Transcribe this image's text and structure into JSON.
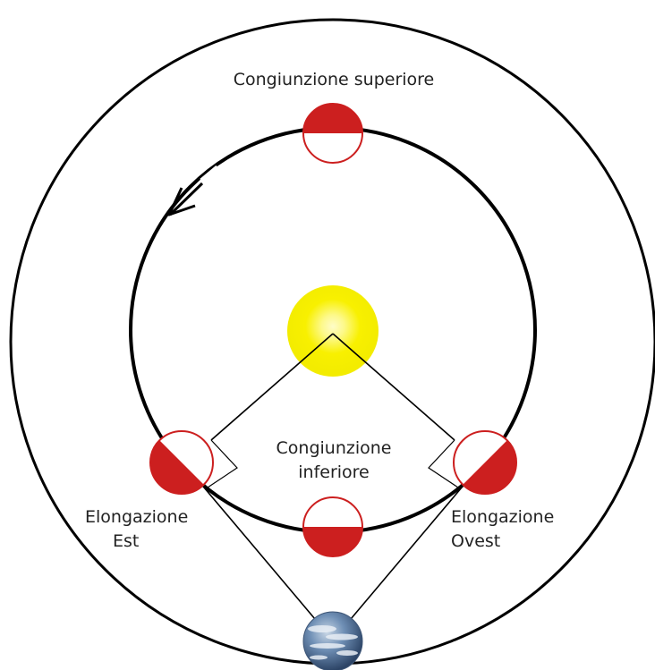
{
  "labels": {
    "superior_conjunction": "Congiunzione superiore",
    "inferior_conjunction_line1": "Congiunzione",
    "inferior_conjunction_line2": "inferiore",
    "east_elongation_line1": "Elongazione",
    "east_elongation_line2": "Est",
    "west_elongation_line1": "Elongazione",
    "west_elongation_line2": "Ovest"
  },
  "colors": {
    "planet_red": "#cc1f1f",
    "sun_yellow": "#f7f000",
    "sun_core": "#fdfba0",
    "orbit_line": "#000000",
    "earth_blue": "#5d7fa8"
  },
  "icons": {
    "sun": "sun-icon",
    "earth": "earth-icon",
    "orbit_direction": "arrow-icon"
  }
}
